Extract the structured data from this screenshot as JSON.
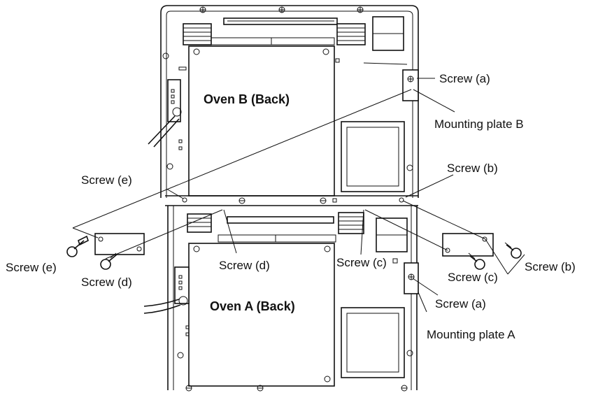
{
  "ovens": {
    "b_title": "Oven B (Back)",
    "a_title": "Oven A (Back)"
  },
  "labels": {
    "screw_a_top": "Screw (a)",
    "mounting_plate_b": "Mounting plate B",
    "screw_b_top": "Screw (b)",
    "screw_e_top": "Screw (e)",
    "screw_e_bottom": "Screw (e)",
    "screw_d_left": "Screw (d)",
    "screw_d_center": "Screw (d)",
    "screw_c_center": "Screw (c)",
    "screw_c_right": "Screw (c)",
    "screw_b_right": "Screw (b)",
    "screw_a_bottom": "Screw (a)",
    "mounting_plate_a": "Mounting plate A"
  }
}
